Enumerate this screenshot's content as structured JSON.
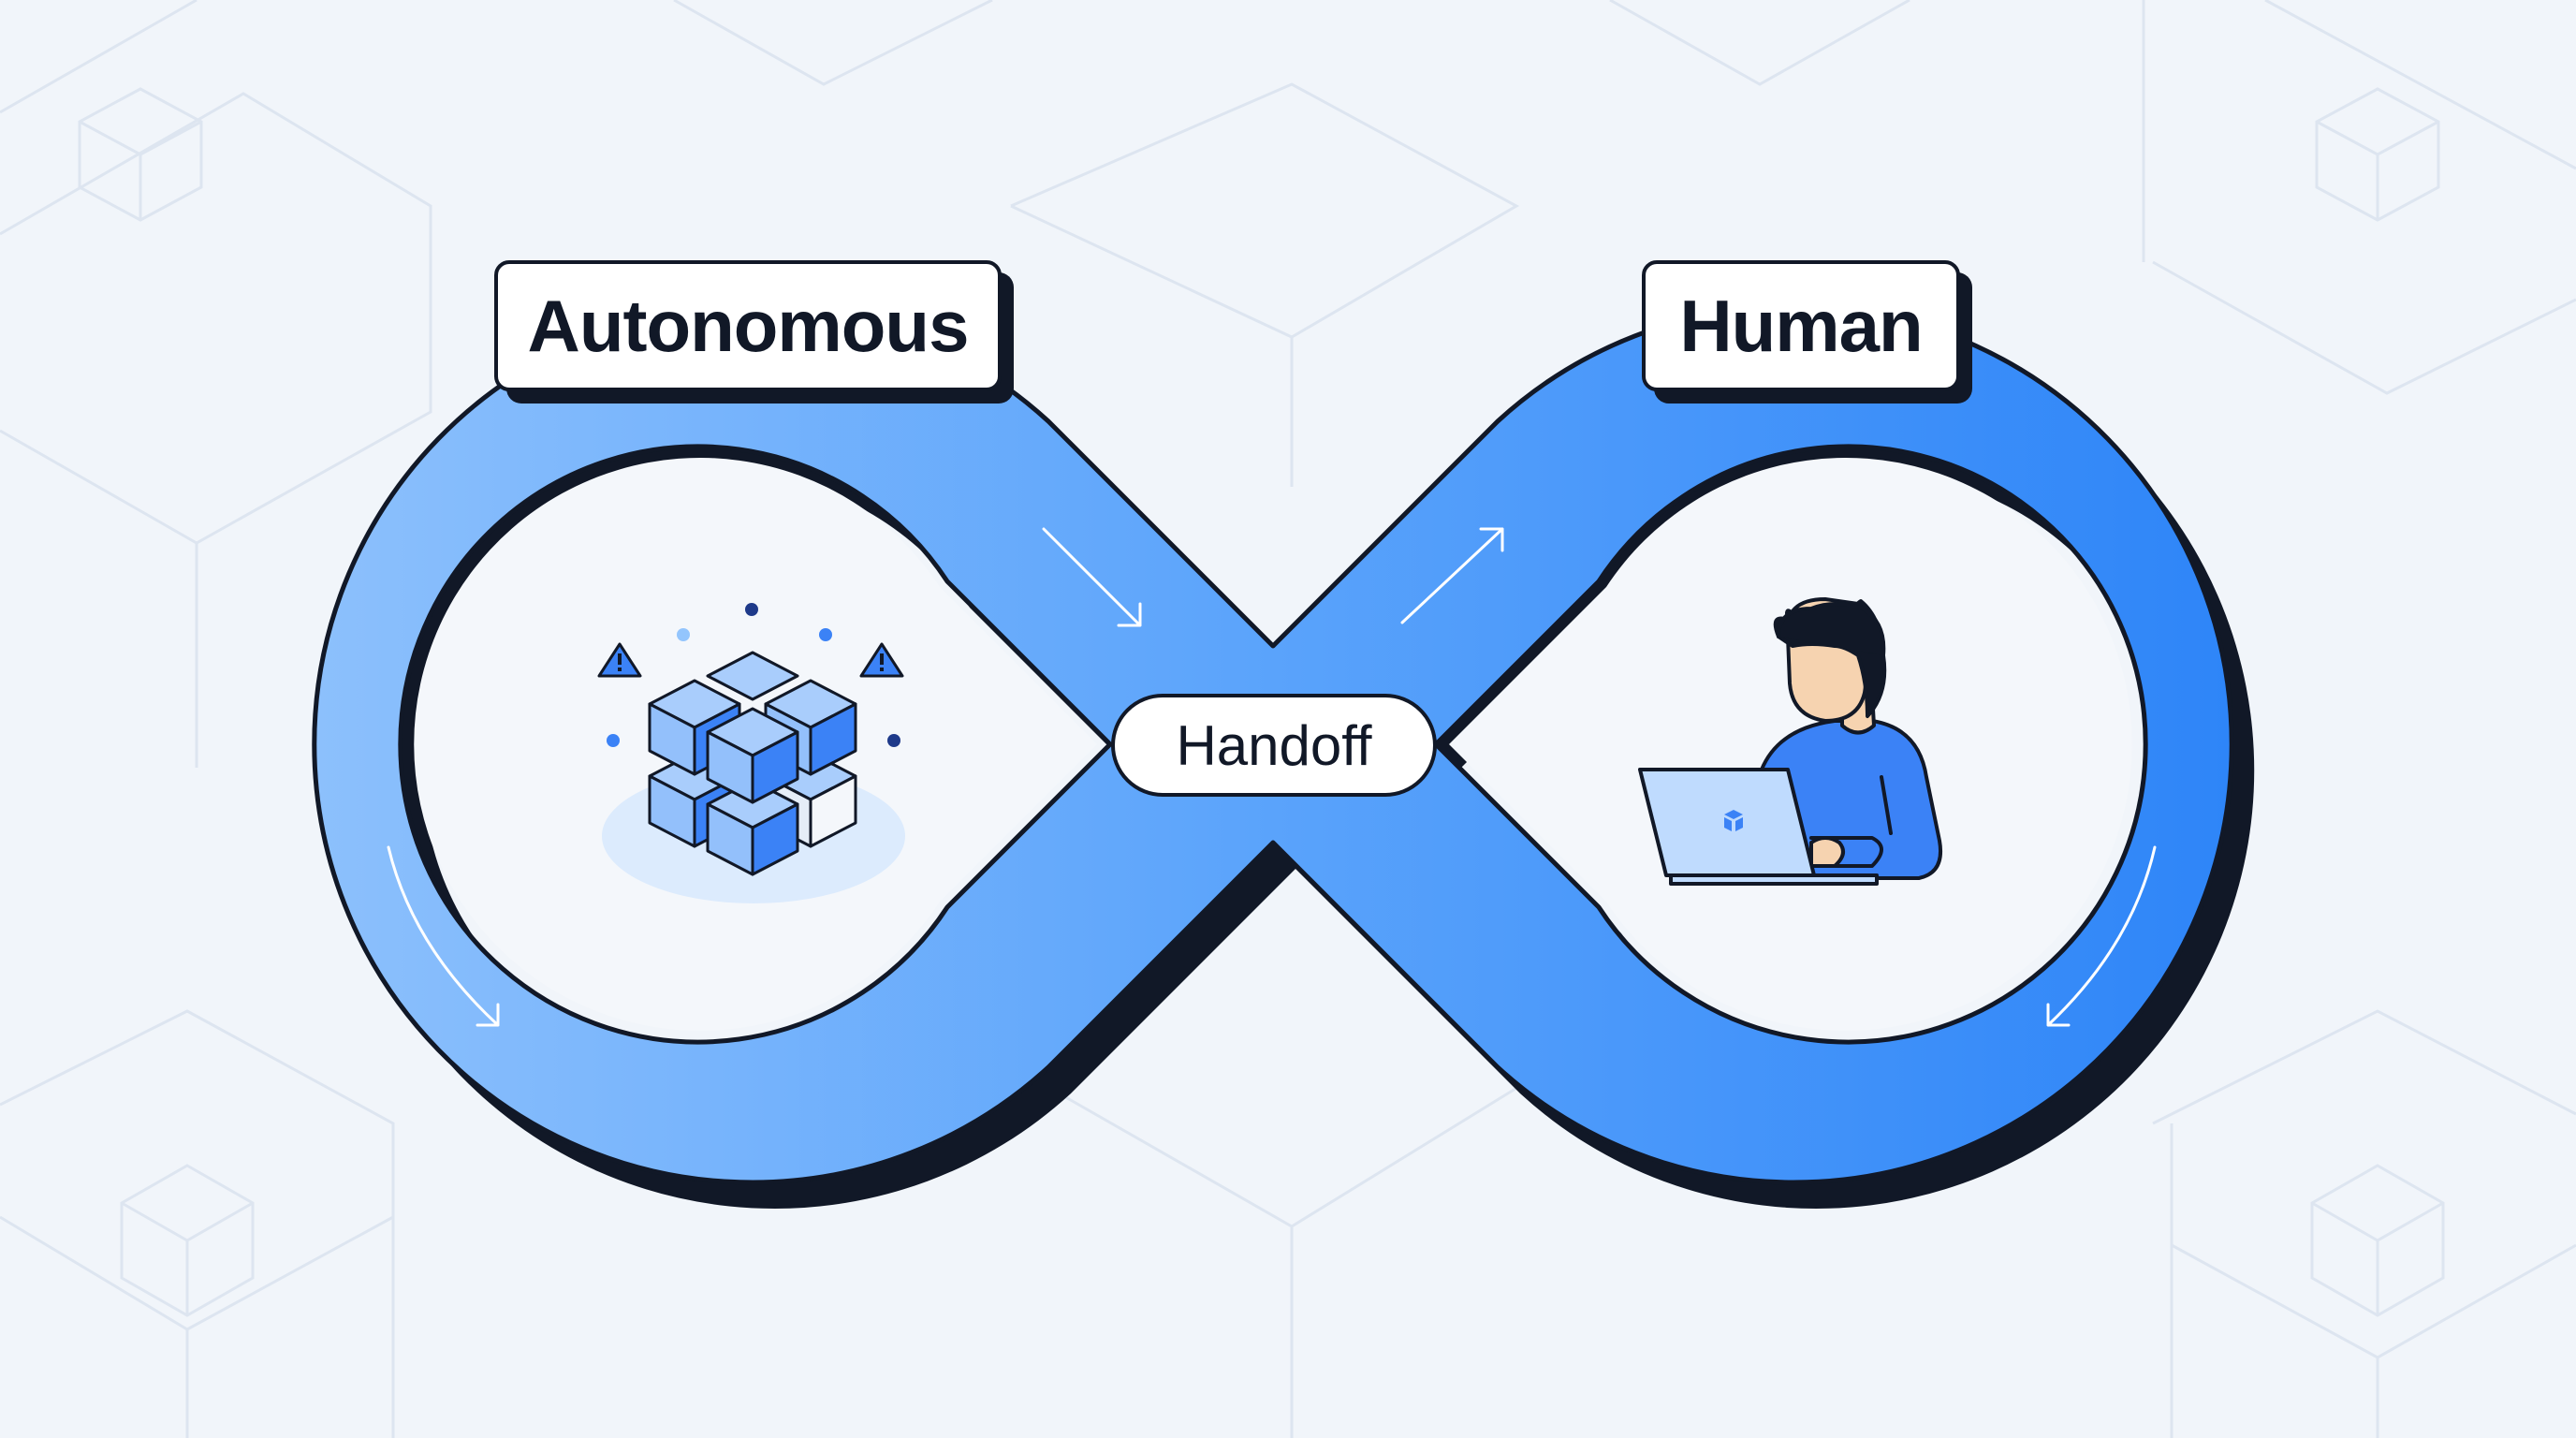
{
  "labels": {
    "autonomous": "Autonomous",
    "human": "Human",
    "handoff": "Handoff"
  },
  "colors": {
    "background": "#f1f5fa",
    "loop_light": "#86bdfc",
    "loop_dark": "#2f87f8",
    "outline": "#111827",
    "cube_blue": "#3b82f6",
    "cube_light": "#a9cdfc"
  },
  "icons": {
    "left_loop": "cube-cluster-icon",
    "right_loop": "person-with-laptop-icon",
    "warnings": "warning-triangle-icon",
    "arrows": "direction-arrow-icon"
  }
}
